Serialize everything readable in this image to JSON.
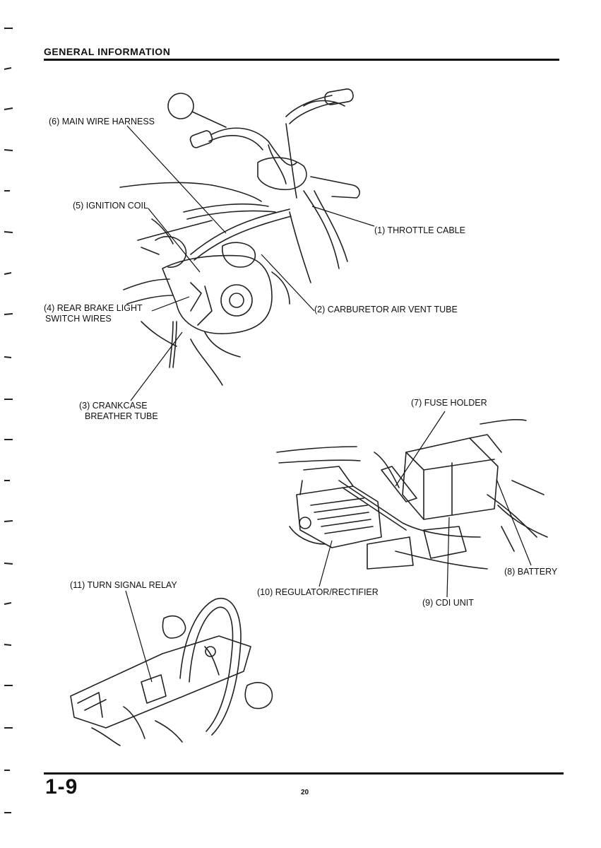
{
  "header": {
    "section_title": "GENERAL INFORMATION"
  },
  "figure_1": {
    "callouts": {
      "main_wire_harness": "(6) MAIN WIRE HARNESS",
      "ignition_coil": "(5) IGNITION COIL",
      "throttle_cable": "(1) THROTTLE CABLE",
      "carburetor_air_vent_tube": "(2) CARBURETOR AIR VENT TUBE",
      "rear_brake_light_switch_wires_line1": "(4) REAR BRAKE LIGHT",
      "rear_brake_light_switch_wires_line2": "SWITCH WIRES",
      "crankcase_breather_tube_line1": "(3) CRANKCASE",
      "crankcase_breather_tube_line2": "BREATHER TUBE"
    }
  },
  "figure_2": {
    "callouts": {
      "fuse_holder": "(7) FUSE HOLDER",
      "battery": "(8) BATTERY",
      "cdi_unit": "(9) CDI UNIT",
      "regulator_rectifier": "(10) REGULATOR/RECTIFIER"
    }
  },
  "figure_3": {
    "callouts": {
      "turn_signal_relay": "(11) TURN SIGNAL RELAY"
    }
  },
  "footer": {
    "page_number": "1-9",
    "sheet_number": "20"
  }
}
